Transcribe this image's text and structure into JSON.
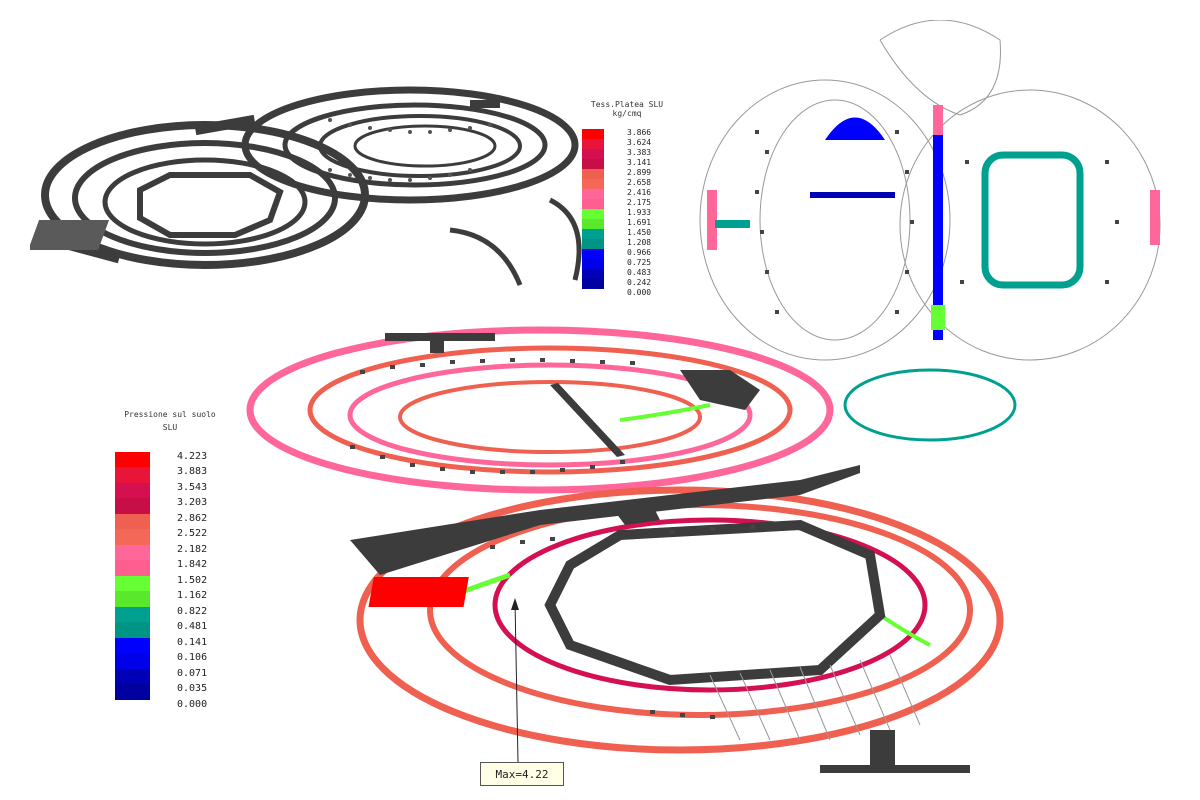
{
  "legend_platea": {
    "title_line1": "Tess.Platea SLU",
    "title_line2": "kg/cmq",
    "entries": [
      {
        "value": "3.866",
        "color": "#ff0000"
      },
      {
        "value": "3.624",
        "color": "#e8143a"
      },
      {
        "value": "3.383",
        "color": "#d41050"
      },
      {
        "value": "3.141",
        "color": "#c80e46"
      },
      {
        "value": "2.899",
        "color": "#f06050"
      },
      {
        "value": "2.658",
        "color": "#f46858"
      },
      {
        "value": "2.416",
        "color": "#ff6699"
      },
      {
        "value": "2.175",
        "color": "#ff5f90"
      },
      {
        "value": "1.933",
        "color": "#66ff33"
      },
      {
        "value": "1.691",
        "color": "#5ae82c"
      },
      {
        "value": "1.450",
        "color": "#00a090"
      },
      {
        "value": "1.208",
        "color": "#009484"
      },
      {
        "value": "0.966",
        "color": "#0000ff"
      },
      {
        "value": "0.725",
        "color": "#0000e8"
      },
      {
        "value": "0.483",
        "color": "#0000b4"
      },
      {
        "value": "0.242",
        "color": "#0000a0"
      },
      {
        "value": "0.000",
        "color": ""
      }
    ]
  },
  "legend_pressione": {
    "title_line1": "Pressione sul suolo",
    "title_line2": "SLU",
    "entries": [
      {
        "value": "4.223",
        "color": "#ff0000"
      },
      {
        "value": "3.883",
        "color": "#e8143a"
      },
      {
        "value": "3.543",
        "color": "#d41050"
      },
      {
        "value": "3.203",
        "color": "#c80e46"
      },
      {
        "value": "2.862",
        "color": "#f06050"
      },
      {
        "value": "2.522",
        "color": "#f46858"
      },
      {
        "value": "2.182",
        "color": "#ff6699"
      },
      {
        "value": "1.842",
        "color": "#ff5f90"
      },
      {
        "value": "1.502",
        "color": "#66ff33"
      },
      {
        "value": "1.162",
        "color": "#5ae82c"
      },
      {
        "value": "0.822",
        "color": "#00a090"
      },
      {
        "value": "0.481",
        "color": "#009484"
      },
      {
        "value": "0.141",
        "color": "#0000ff"
      },
      {
        "value": "0.106",
        "color": "#0000e8"
      },
      {
        "value": "0.071",
        "color": "#0000b4"
      },
      {
        "value": "0.035",
        "color": "#0000a0"
      },
      {
        "value": "0.000",
        "color": ""
      }
    ]
  },
  "annotation": {
    "max_label": "Max=4.22"
  },
  "colors": {
    "structure_dark": "#3c3c3c",
    "ring_salmon": "#f06050",
    "ring_pink": "#ff6699",
    "ring_green": "#66ff33",
    "ring_red": "#d41050",
    "blue": "#0000ff",
    "teal": "#00a090",
    "outline_gray": "#999999"
  }
}
